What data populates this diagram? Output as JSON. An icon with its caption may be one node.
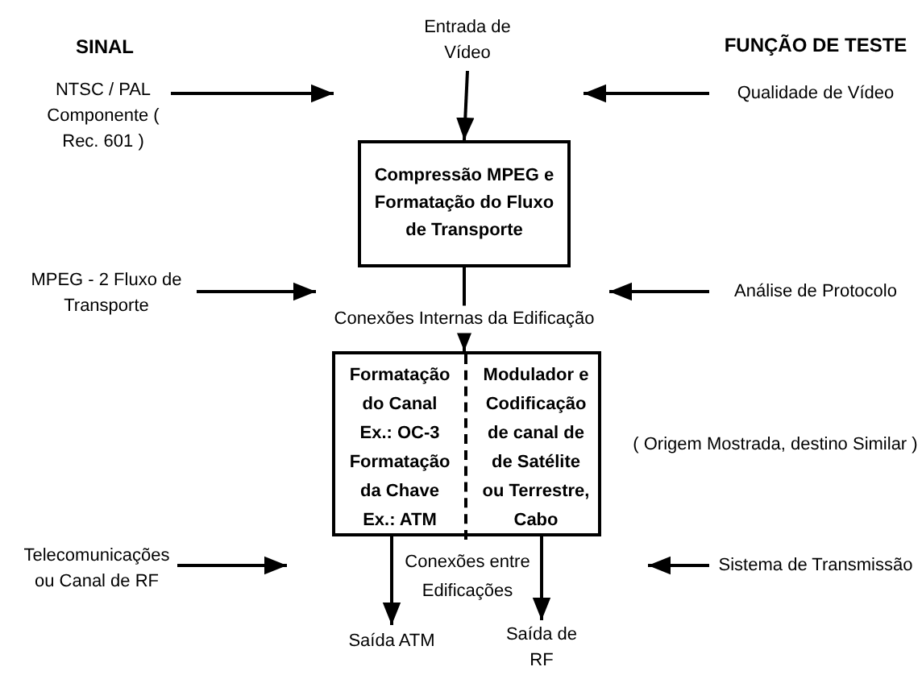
{
  "diagram": {
    "nodes": [
      {
        "text": [
          "Entrada de Vídeo"
        ]
      },
      {
        "text": [
          "NTSC / PAL Componente ( Rec. 601 )"
        ]
      },
      {
        "text": [
          "Qualidade de Vídeo"
        ]
      },
      {
        "text": [
          "Compressão MPEG e Formatação do Fluxo de Transporte"
        ]
      },
      {
        "text": [
          "MPEG - 2 Fluxo de Transporte"
        ]
      },
      {
        "text": [
          "Análise de Protocolo"
        ]
      },
      {
        "text": [],
        "shape": "box"
      },
      {
        "text": [
          "Formatação do Canal Ex.: OC-3 Formatação da Chave Ex.: ATM"
        ],
        "in": 6
      },
      {
        "text": [
          "Modulador e Codificação de canal de de Satélite ou Terrestre, Cabo"
        ],
        "in": 6
      },
      {
        "text": [
          "Telecomunicações ou Canal de RF"
        ]
      },
      {
        "text": [
          "Sistema de Transmissão"
        ]
      },
      {
        "text": [
          "Saída ATM"
        ]
      },
      {
        "text": [
          "Saída de RF"
        ]
      }
    ],
    "edges": [
      {
        "from": 0,
        "to": 3,
        "arrow": "to"
      },
      {
        "from": 1,
        "to": null,
        "arrow": "to"
      },
      {
        "from": 2,
        "to": null,
        "arrow": "to"
      },
      {
        "from": 3,
        "to": 6,
        "arrow": "to",
        "label": "Conexões Internas da Edificação"
      },
      {
        "from": 4,
        "to": null,
        "arrow": "to"
      },
      {
        "from": 5,
        "to": null,
        "arrow": "to"
      },
      {
        "from": 7,
        "to": 11,
        "arrow": "to"
      },
      {
        "from": 8,
        "to": 12,
        "arrow": "to"
      },
      {
        "from": 9,
        "to": null,
        "arrow": "to"
      },
      {
        "from": 10,
        "to": null,
        "arrow": "to"
      }
    ],
    "labels": [
      "SINAL",
      "FUNÇÃO DE TESTE",
      "( Origem Mostrada, destino Similar )",
      "Conexões entre Edificações"
    ]
  }
}
